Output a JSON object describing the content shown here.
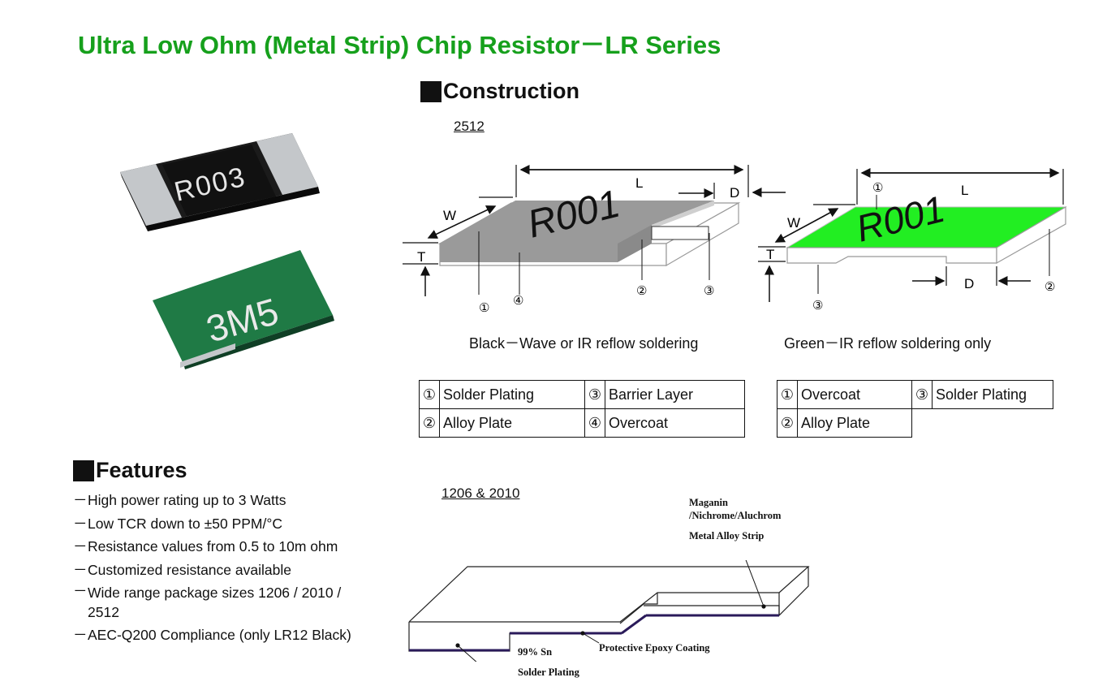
{
  "title": "Ultra Low Ohm (Metal Strip) Chip Resistor－LR Series",
  "construction": {
    "heading": "Construction",
    "size_2512": "2512",
    "size_1206_2010": "1206 & 2010",
    "black_caption": "Black－Wave or IR reflow soldering",
    "green_caption": "Green－IR reflow soldering only",
    "black_chip_marking": "R001",
    "green_chip_marking": "R001",
    "dim_labels": {
      "L": "L",
      "W": "W",
      "T": "T",
      "D": "D"
    },
    "black_callouts": [
      "①",
      "④",
      "②",
      "③"
    ],
    "green_callouts": [
      "①",
      "③",
      "②"
    ],
    "black_table": [
      {
        "num": "①",
        "label": "Solder Plating"
      },
      {
        "num": "③",
        "label": "Barrier Layer"
      },
      {
        "num": "②",
        "label": "Alloy Plate"
      },
      {
        "num": "④",
        "label": "Overcoat"
      }
    ],
    "green_table": [
      {
        "num": "①",
        "label": "Overcoat"
      },
      {
        "num": "③",
        "label": "Solder Plating"
      },
      {
        "num": "②",
        "label": "Alloy Plate"
      }
    ],
    "cross_section": {
      "material_line1": "Maganin",
      "material_line2": "/Nichrome/Aluchrom",
      "strip": "Metal Alloy Strip",
      "coating": "Protective Epoxy Coating",
      "sn": "99% Sn",
      "plating": "Solder Plating"
    }
  },
  "photos": {
    "black_marking": "R003",
    "green_marking": "3M5",
    "colors": {
      "black_body": "#1d1d1d",
      "green_body": "#1f7a45",
      "terminal": "#b9bcbf"
    }
  },
  "features": {
    "heading": "Features",
    "dash": "－",
    "items": [
      "High power rating up to 3 Watts",
      "Low TCR down to ±50 PPM/°C",
      "Resistance values from 0.5 to 10m ohm",
      "Customized resistance available",
      "Wide range package sizes 1206 / 2010 / 2512",
      "AEC-Q200 Compliance (only LR12 Black)"
    ]
  },
  "colors": {
    "title": "#16a01c",
    "green_overcoat": "#22ee22",
    "gray_overcoat": "#9a9a9a"
  }
}
